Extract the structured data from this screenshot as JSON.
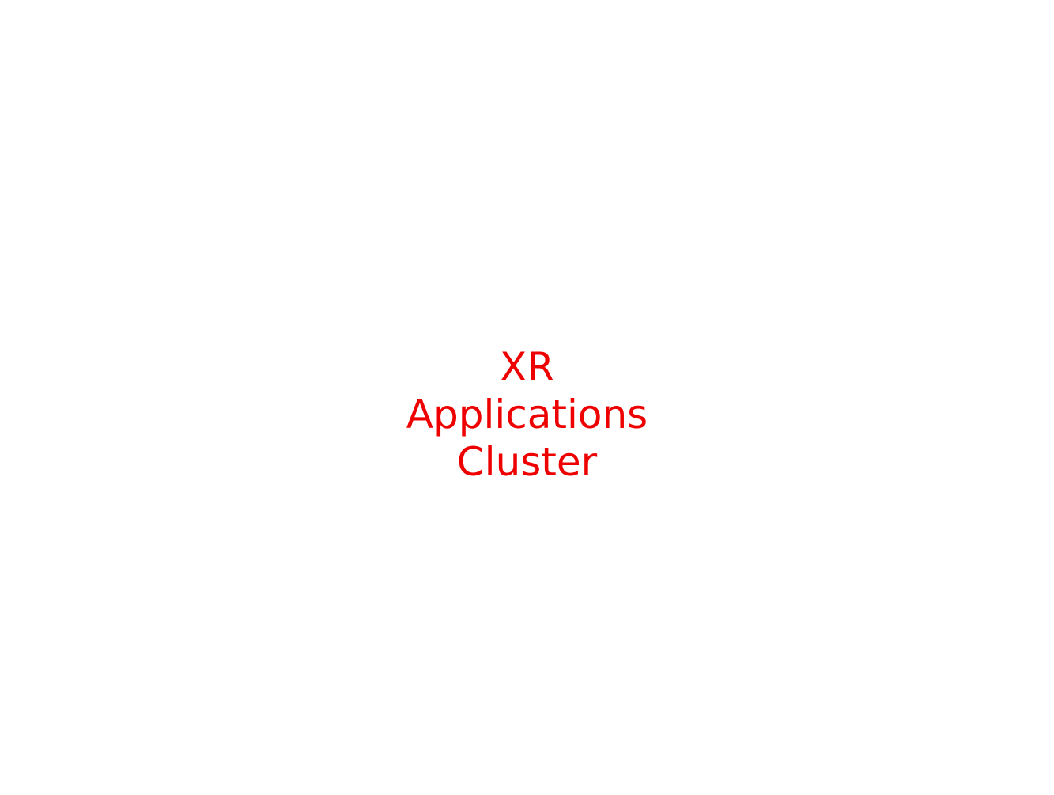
{
  "heading": {
    "lines": [
      "XR",
      "Applications",
      "Cluster"
    ]
  },
  "colors": {
    "background": "#ffffff",
    "text": "#ee0000"
  }
}
